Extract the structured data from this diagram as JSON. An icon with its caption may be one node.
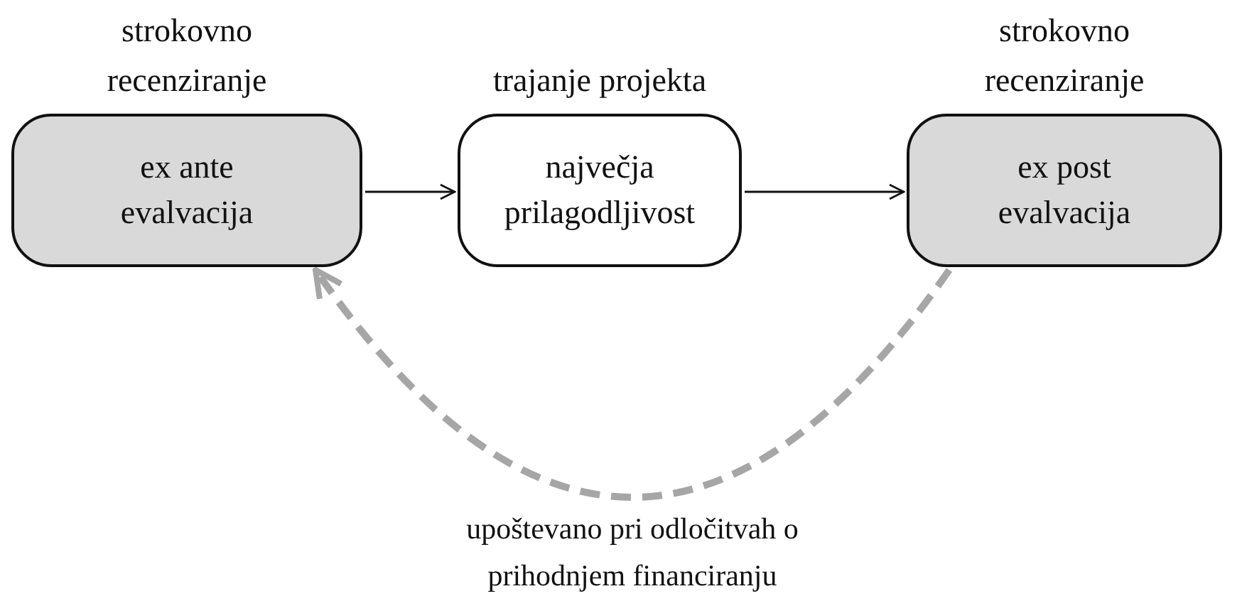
{
  "diagram": {
    "nodes": [
      {
        "text": [
          "strokovno recenziranje",
          "ex ante evalvacija"
        ]
      },
      {
        "text": [
          "trajanje projekta",
          "največja prilagodljivost"
        ]
      },
      {
        "text": [
          "strokovno recenziranje",
          "ex post evalvacija"
        ]
      }
    ],
    "edges": [
      {
        "from": 0,
        "to": 1,
        "arrow": "to"
      },
      {
        "from": 1,
        "to": 2,
        "arrow": "to"
      },
      {
        "from": 2,
        "to": 0,
        "arrow": "to",
        "style": "dashed",
        "color": "#a6a6a6",
        "label": "upoštevano pri odločitvah o prihodnjem financiranju"
      }
    ]
  }
}
